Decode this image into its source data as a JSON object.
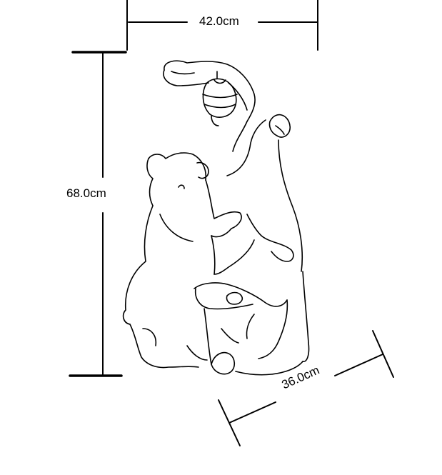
{
  "dimensions": {
    "width_label": "42.0cm",
    "height_label": "68.0cm",
    "depth_label": "36.0cm"
  },
  "colors": {
    "line": "#000000",
    "background": "#ffffff"
  },
  "subject": {
    "icon": "bear-honey-fountain-sketch-icon"
  }
}
